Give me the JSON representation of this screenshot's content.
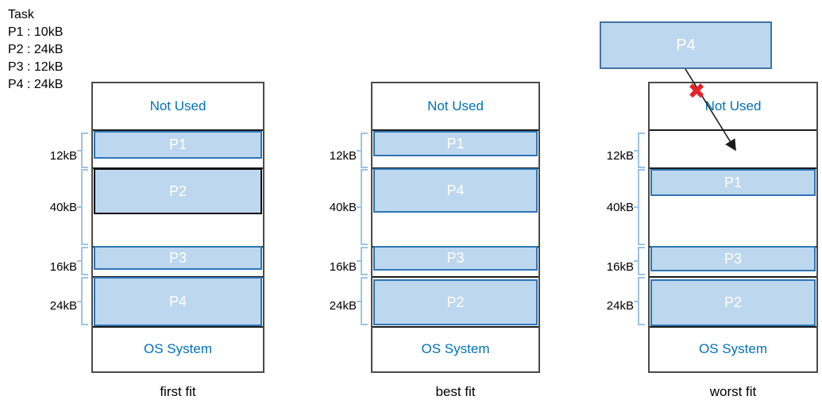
{
  "task_panel": {
    "title": "Task",
    "items": [
      "P1 : 10kB",
      "P2 : 24kB",
      "P3 : 12kB",
      "P4 : 24kB"
    ]
  },
  "size_labels": [
    "12kB",
    "40kB",
    "16kB",
    "24kB"
  ],
  "columns": [
    {
      "caption": "first fit",
      "free_label": "Not Used",
      "os_label": "OS System",
      "blocks": [
        {
          "label": "P1"
        },
        {
          "label": "P2"
        },
        {
          "label": "P3"
        },
        {
          "label": "P4"
        }
      ]
    },
    {
      "caption": "best fit",
      "free_label": "Not Used",
      "os_label": "OS System",
      "blocks": [
        {
          "label": "P1"
        },
        {
          "label": "P4"
        },
        {
          "label": "P3"
        },
        {
          "label": "P2"
        }
      ]
    },
    {
      "caption": "worst fit",
      "free_label": "Not Used",
      "os_label": "OS System",
      "blocks": [
        {
          "label": "P1"
        },
        {
          "label": "P3"
        },
        {
          "label": "P2"
        }
      ],
      "pending_block": {
        "label": "P4"
      },
      "fail_icon": "✖"
    }
  ],
  "colors": {
    "block_fill": "#BDD7EE",
    "block_border": "#2E75B6",
    "heading_text": "#0070C0",
    "bracket": "#9DC3E6",
    "fail_red": "#E62129"
  }
}
